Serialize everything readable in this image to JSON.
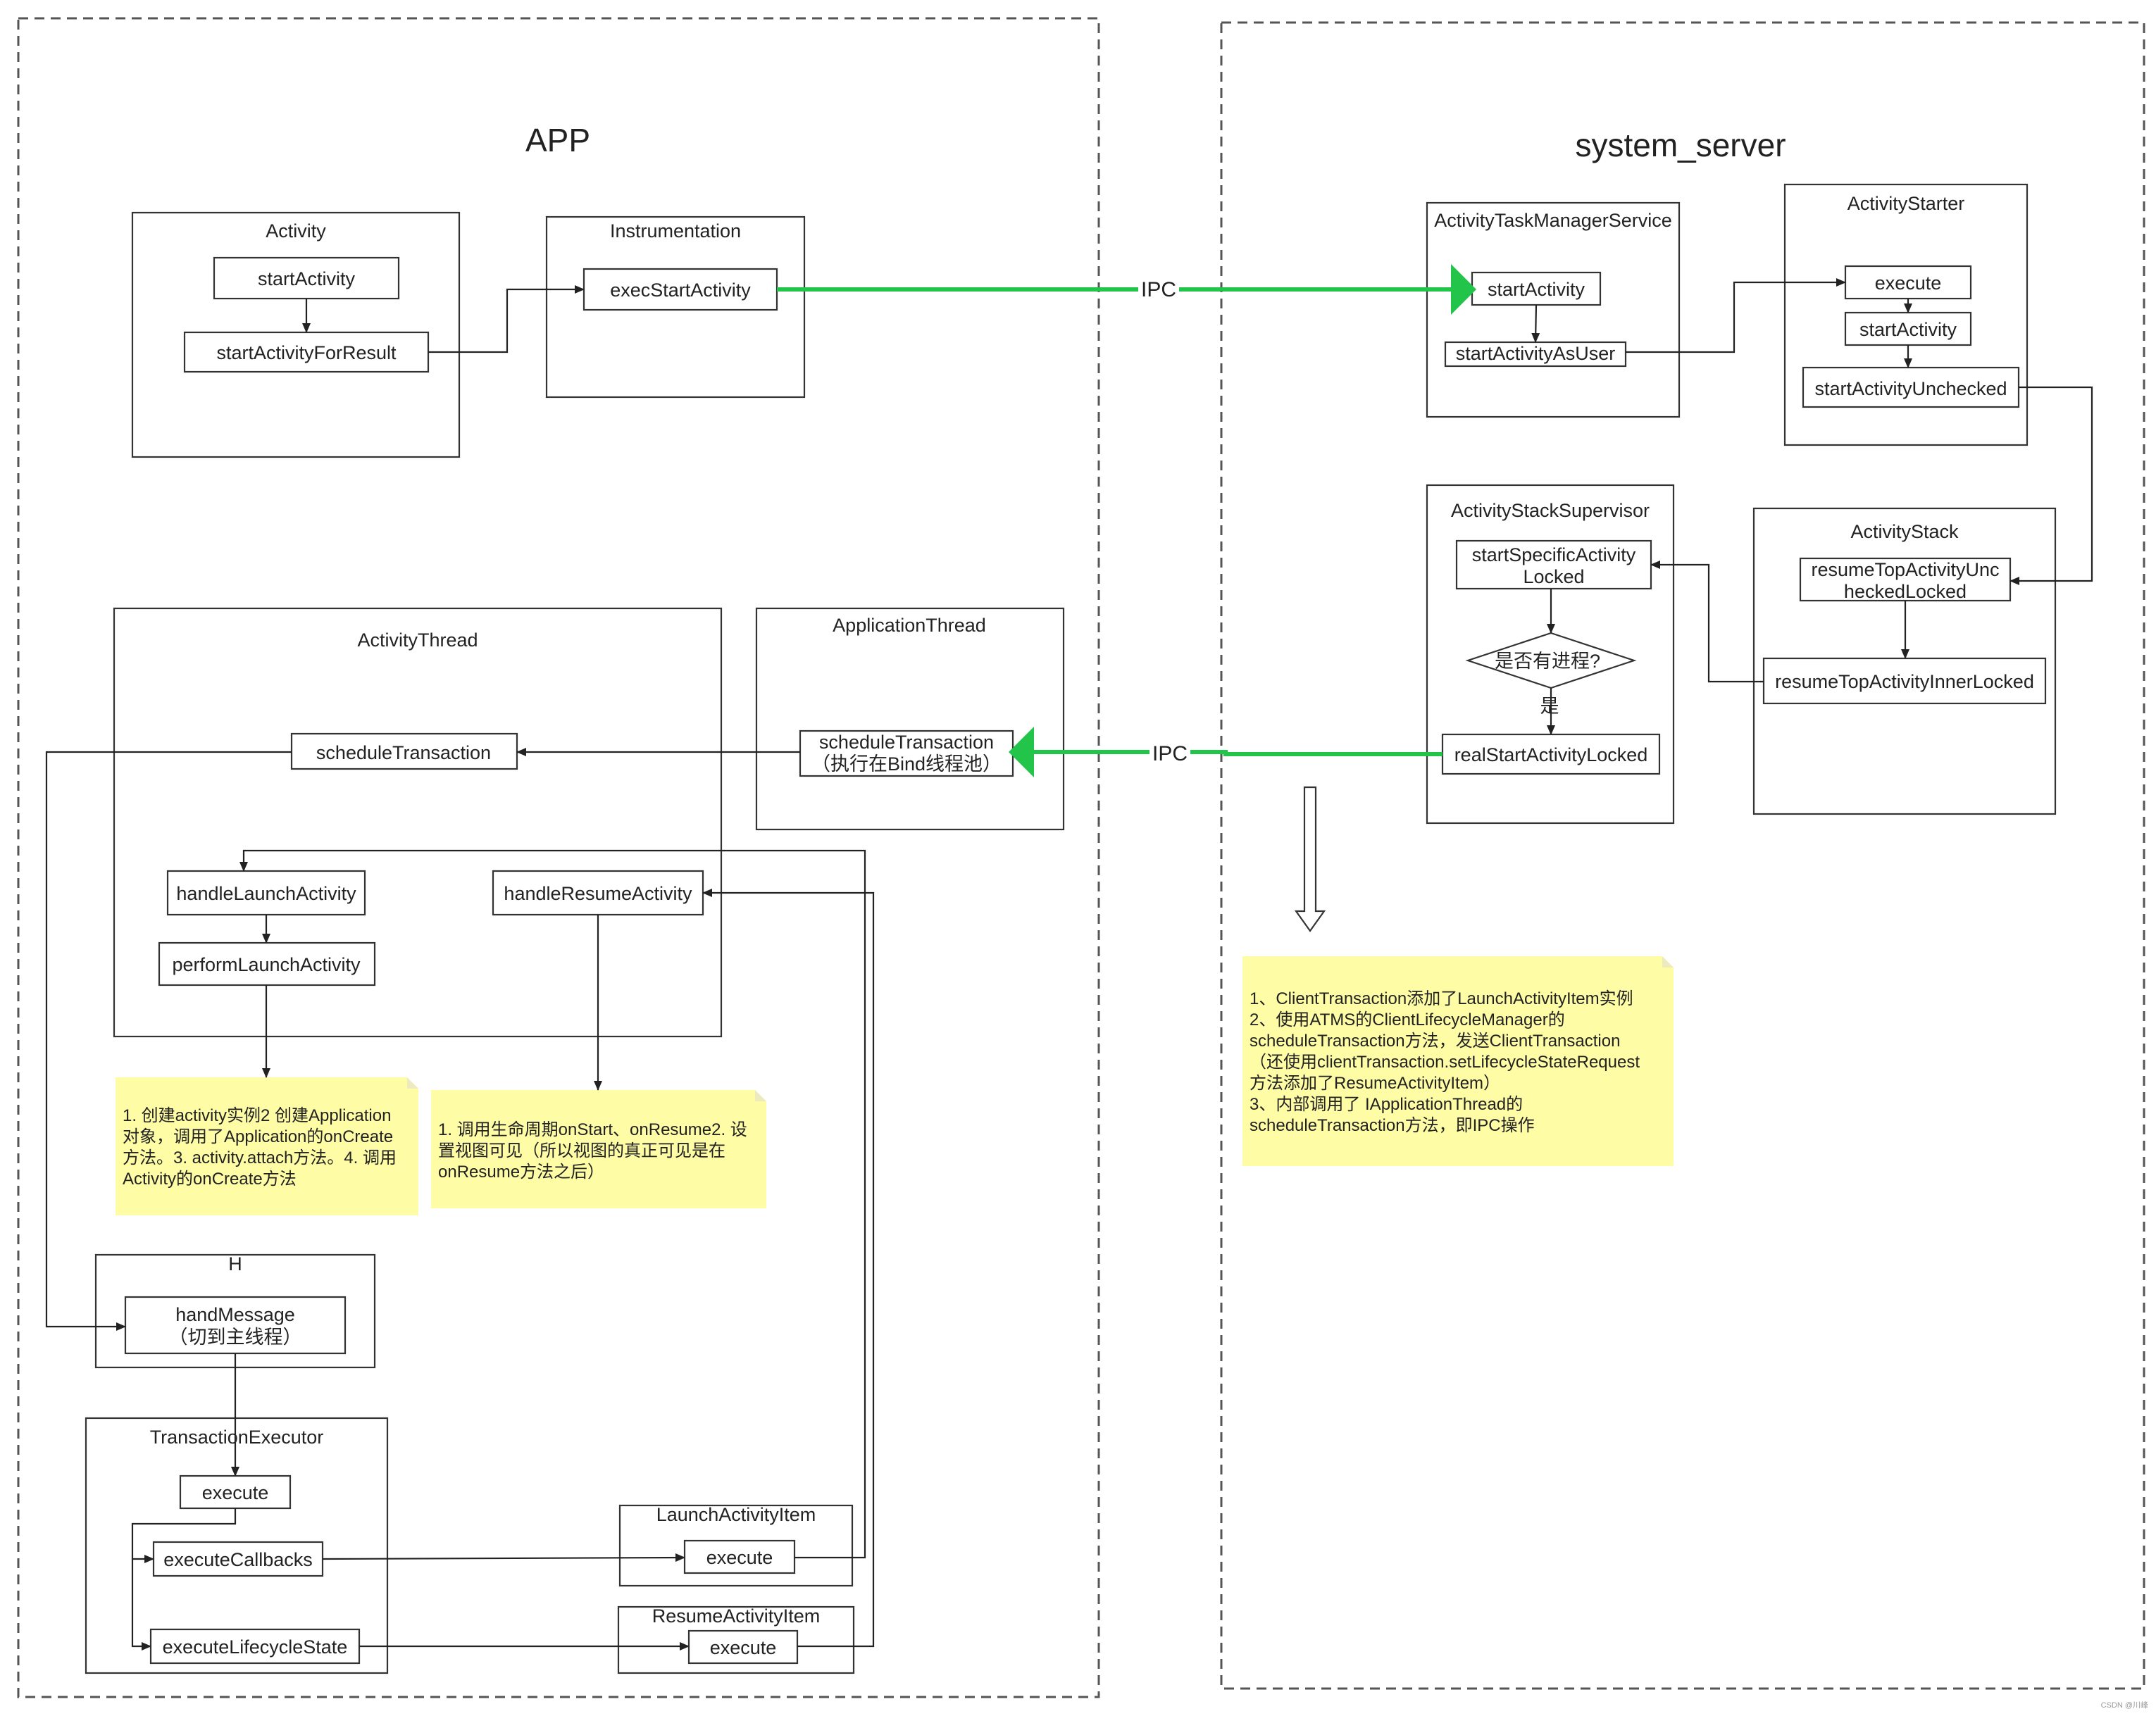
{
  "zones": {
    "app": "APP",
    "system_server": "system_server"
  },
  "groups": {
    "activity": "Activity",
    "instrumentation": "Instrumentation",
    "atms": "ActivityTaskManagerService",
    "activity_starter": "ActivityStarter",
    "activity_stack_supervisor": "ActivityStackSupervisor",
    "activity_stack": "ActivityStack",
    "activity_thread": "ActivityThread",
    "application_thread": "ApplicationThread",
    "h": "H",
    "transaction_executor": "TransactionExecutor",
    "launch_activity_item": "LaunchActivityItem",
    "resume_activity_item": "ResumeActivityItem"
  },
  "nodes": {
    "start_activity": "startActivity",
    "start_activity_for_result": "startActivityForResult",
    "exec_start_activity": "execStartActivity",
    "atms_start_activity": "startActivity",
    "start_activity_as_user": "startActivityAsUser",
    "starter_execute": "execute",
    "starter_start_activity": "startActivity",
    "start_activity_unchecked": "startActivityUnchecked",
    "resume_top_unchecked_line1": "resumeTopActivityUnc",
    "resume_top_unchecked_line2": "heckedLocked",
    "resume_top_inner": "resumeTopActivityInnerLocked",
    "start_specific_line1": "startSpecificActivity",
    "start_specific_line2": "Locked",
    "has_process": "是否有进程?",
    "yes_label": "是",
    "real_start_activity": "realStartActivityLocked",
    "app_thread_schedule_line1": "scheduleTransaction",
    "app_thread_schedule_line2": "（执行在Bind线程池）",
    "thread_schedule": "scheduleTransaction",
    "handle_launch": "handleLaunchActivity",
    "perform_launch": "performLaunchActivity",
    "handle_resume": "handleResumeActivity",
    "hand_message_line1": "handMessage",
    "hand_message_line2": "（切到主线程）",
    "executor_execute": "execute",
    "execute_callbacks": "executeCallbacks",
    "execute_lifecycle": "executeLifecycleState",
    "launch_item_execute": "execute",
    "resume_item_execute": "execute"
  },
  "ipc": {
    "outbound": "IPC",
    "inbound": "IPC"
  },
  "colors": {
    "ipc_line": "#22c44a",
    "note_fill": "#fffca6"
  },
  "notes": {
    "launch": [
      "1. 创建activity实例2 创建Application",
      "对象，调用了Application的onCreate",
      "方法。3. activity.attach方法。4. 调用",
      "Activity的onCreate方法"
    ],
    "resume": [
      "1. 调用生命周期onStart、onResume2. 设",
      "置视图可见（所以视图的真正可见是在",
      "onResume方法之后）"
    ],
    "system": [
      "1、ClientTransaction添加了LaunchActivityItem实例",
      "2、使用ATMS的ClientLifecycleManager的",
      "scheduleTransaction方法，发送ClientTransaction",
      "（还使用clientTransaction.setLifecycleStateRequest",
      "方法添加了ResumeActivityItem）",
      "3、内部调用了 IApplicationThread的",
      "scheduleTransaction方法，即IPC操作"
    ]
  },
  "watermark": "CSDN @川峰"
}
